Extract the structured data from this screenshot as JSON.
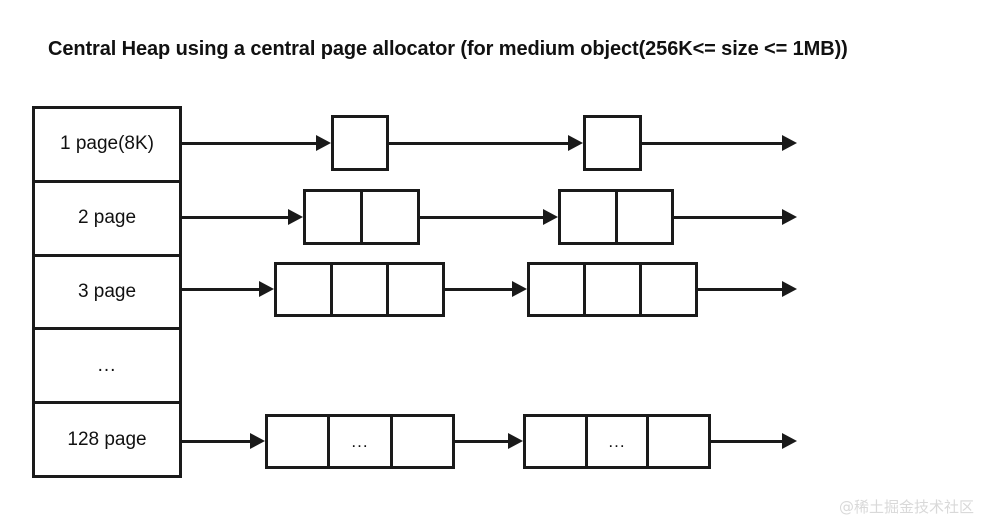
{
  "diagram": {
    "title": "Central Heap using a central page allocator (for medium object(256K<= size <= 1MB))",
    "watermark": "@稀土掘金技术社区",
    "line_color": "#1a1a1a",
    "background_color": "#ffffff",
    "watermark_color": "#d9d9d9"
  },
  "size_class_table": {
    "rows": [
      {
        "label": "1 page(8K)"
      },
      {
        "label": "2 page"
      },
      {
        "label": "3 page"
      },
      {
        "label": "..."
      },
      {
        "label": "128 page"
      }
    ]
  },
  "chains": [
    {
      "row_label": "1 page(8K)",
      "spans": [
        {
          "cells": [
            "",
            ""
          ],
          "cell_count": 1,
          "cell_labels": [
            ""
          ]
        },
        {
          "cell_count": 1,
          "cell_labels": [
            ""
          ]
        }
      ]
    },
    {
      "row_label": "2 page",
      "spans": [
        {
          "cell_count": 2,
          "cell_labels": [
            "",
            ""
          ]
        },
        {
          "cell_count": 2,
          "cell_labels": [
            "",
            ""
          ]
        }
      ]
    },
    {
      "row_label": "3 page",
      "spans": [
        {
          "cell_count": 3,
          "cell_labels": [
            "",
            "",
            ""
          ]
        },
        {
          "cell_count": 3,
          "cell_labels": [
            "",
            "",
            ""
          ]
        }
      ]
    },
    {
      "row_label": "...",
      "spans": []
    },
    {
      "row_label": "128 page",
      "spans": [
        {
          "cell_count": 3,
          "cell_labels": [
            "",
            "...",
            ""
          ]
        },
        {
          "cell_count": 3,
          "cell_labels": [
            "",
            "...",
            ""
          ]
        }
      ]
    }
  ]
}
